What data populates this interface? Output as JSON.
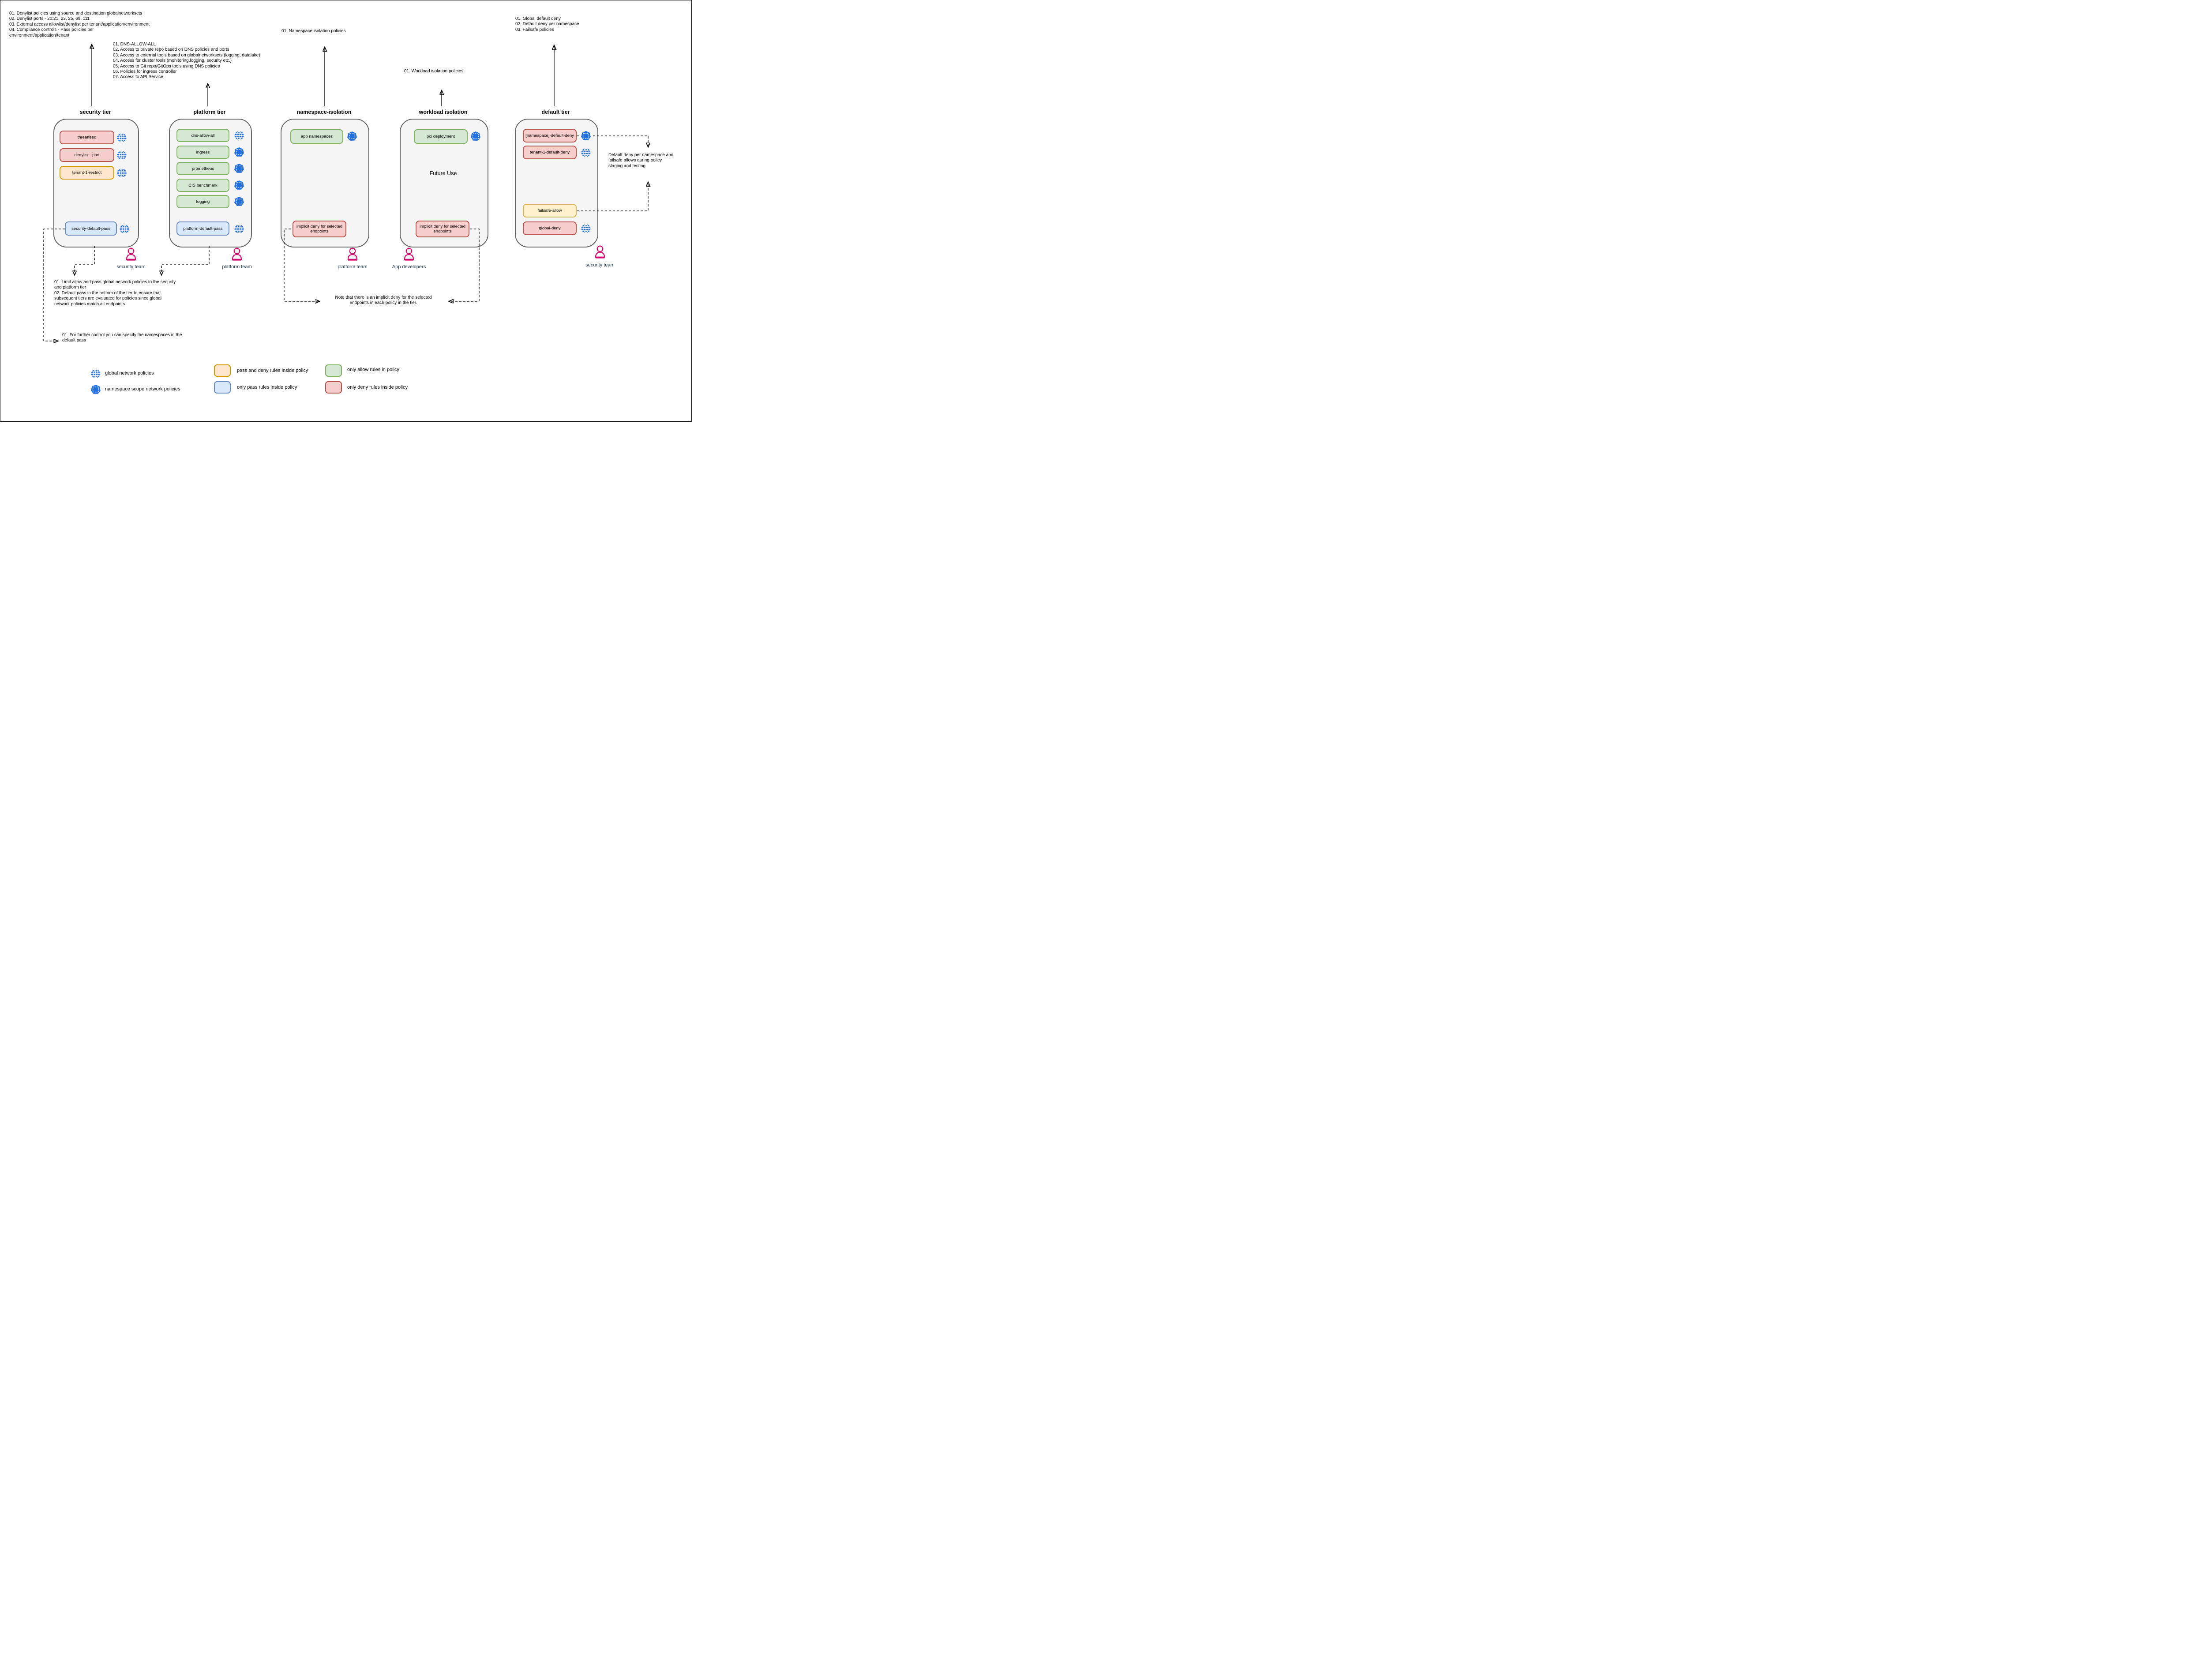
{
  "notes": {
    "security_tier_notes": "01. Denylist policies using source and destination globalnetworksets\n02. Denylist ports - 20:21, 23, 25, 69, 111\n03. External access allowlist/denylist per tenant/application/environment\n04. Compliance controls - Pass policies per\nenvironment/application/tenant",
    "platform_tier_notes": "01. DNS-ALLOW-ALL\n02. Access to private repo based on DNS policies and ports\n03. Access to external tools based on globalnetworksets (logging, datalake)\n04. Access for cluster tools (monitoring,logging, security etc.)\n05. Access to Git repo/GitOps tools using DNS policies\n06. Policies for ingress controller\n07. Access to API Service",
    "namespace_isolation_note": "01. Namespace isolation policies",
    "workload_isolation_note": "01. Workload isolation policies",
    "default_tier_notes": "01. Global default deny\n02. Default deny per namespace\n03. Failsafe policies",
    "limit_pass_note": "01. Limit allow and pass global network policies to the security\nand platform tier\n02. Default pass in the bottom of the tier to ensure that\nsubsequent tiers are evaluated for policies since global\nnetwork policies match all endpoints",
    "further_control_note": "01. For further control you can specify the namespaces in the\ndefault pass",
    "implicit_deny_note": "Note that there is an implicit deny for the selected\nendpoints in each policy in the tier.",
    "staging_note": "Default deny per namespace and\nfailsafe allows during policy\nstaging and testing"
  },
  "tiers": [
    {
      "title": "security tier",
      "policies": [
        {
          "label": "threatfeed",
          "type": "deny",
          "scope": "global"
        },
        {
          "label": "denylist - port",
          "type": "deny",
          "scope": "global"
        },
        {
          "label": "tenant-1-restrict",
          "type": "pass-deny",
          "scope": "global"
        },
        {
          "label": "security-default-pass",
          "type": "pass",
          "scope": "global"
        }
      ]
    },
    {
      "title": "platform tier",
      "policies": [
        {
          "label": "dns-allow-all",
          "type": "allow",
          "scope": "global"
        },
        {
          "label": "ingress",
          "type": "allow",
          "scope": "namespace"
        },
        {
          "label": "prometheus",
          "type": "allow",
          "scope": "namespace"
        },
        {
          "label": "CIS benchmark",
          "type": "allow",
          "scope": "namespace"
        },
        {
          "label": "logging",
          "type": "allow",
          "scope": "namespace"
        },
        {
          "label": "platform-default-pass",
          "type": "pass",
          "scope": "global"
        }
      ]
    },
    {
      "title": "namespace-isolation",
      "policies": [
        {
          "label": "app namespaces",
          "type": "allow",
          "scope": "namespace"
        },
        {
          "label": "implicit deny for selected endpoints",
          "type": "deny",
          "scope": "none"
        }
      ]
    },
    {
      "title": "workload isolation",
      "future_label": "Future Use",
      "policies": [
        {
          "label": "pci deployment",
          "type": "allow",
          "scope": "namespace"
        },
        {
          "label": "implicit deny for selected endpoints",
          "type": "deny",
          "scope": "none"
        }
      ]
    },
    {
      "title": "default tier",
      "policies": [
        {
          "label": "[namespace]-default-deny",
          "type": "deny",
          "scope": "namespace"
        },
        {
          "label": "tenant-1-default-deny",
          "type": "deny",
          "scope": "global"
        },
        {
          "label": "failsafe-allow",
          "type": "failsafe",
          "scope": "none"
        },
        {
          "label": "global-deny",
          "type": "deny",
          "scope": "global"
        }
      ]
    }
  ],
  "teams": [
    {
      "label": "security team"
    },
    {
      "label": "platform team"
    },
    {
      "label": "platform team"
    },
    {
      "label": "App developers"
    },
    {
      "label": "security team"
    }
  ],
  "legend": {
    "icons": [
      {
        "name": "globe-icon",
        "label": "global network policies"
      },
      {
        "name": "namespace-icon",
        "label": "namespace scope network policies"
      }
    ],
    "swatches": [
      {
        "type": "pass-deny",
        "label": "pass and deny rules inside policy"
      },
      {
        "type": "pass",
        "label": "only pass rules inside policy"
      },
      {
        "type": "allow",
        "label": "only allow rules in policy"
      },
      {
        "type": "deny",
        "label": "only deny rules inside policy"
      }
    ]
  },
  "colors": {
    "deny_fill": "#f8cecc",
    "deny_border": "#b85450",
    "allow_fill": "#d5e8d4",
    "allow_border": "#82b366",
    "pass_fill": "#dae8fc",
    "pass_border": "#6c8ebf",
    "pass_deny_fill": "#ffe6cc",
    "pass_deny_border": "#d79b00",
    "failsafe_fill": "#fff2cc",
    "failsafe_border": "#d6b656",
    "tier_fill": "#f5f5f5",
    "tier_border": "#666666",
    "icon_blue": "#2270e0",
    "person_pink": "#d10f6f",
    "team_text": "#233a50"
  }
}
